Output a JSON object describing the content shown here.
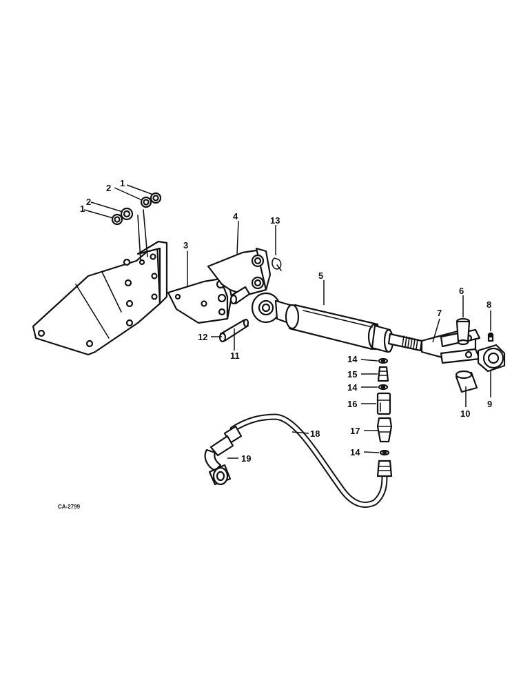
{
  "diagram_code": "CA-2799",
  "callouts": {
    "c1a": "1",
    "c1b": "1",
    "c2a": "2",
    "c2b": "2",
    "c3": "3",
    "c4": "4",
    "c5": "5",
    "c6": "6",
    "c7": "7",
    "c8": "8",
    "c9": "9",
    "c10": "10",
    "c11": "11",
    "c12": "12",
    "c13": "13",
    "c14a": "14",
    "c14b": "14",
    "c14c": "14",
    "c15": "15",
    "c16": "16",
    "c17": "17",
    "c18": "18",
    "c19": "19"
  }
}
